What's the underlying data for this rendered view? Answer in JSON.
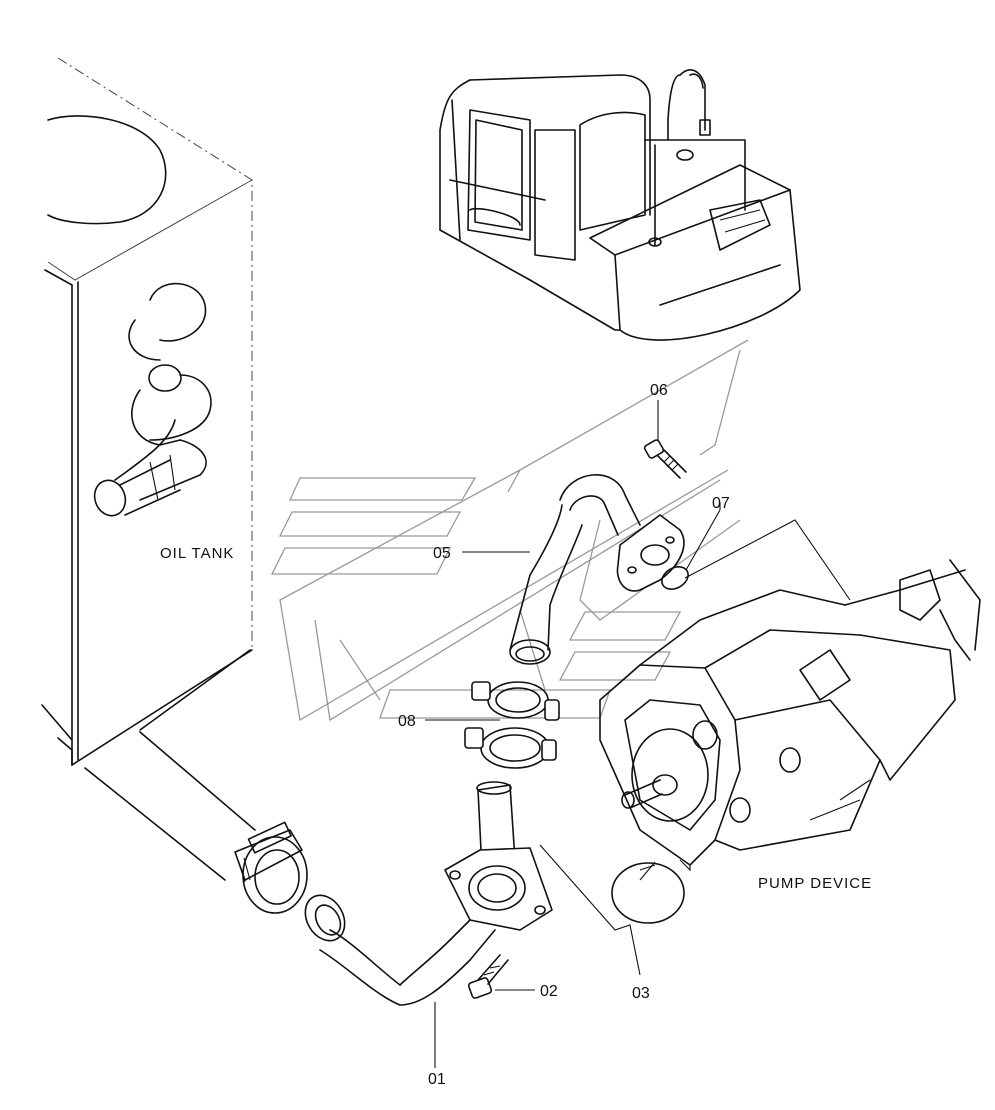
{
  "labels": {
    "oil_tank": "OIL TANK",
    "pump_device": "PUMP DEVICE"
  },
  "callouts": [
    {
      "id": "01",
      "text": "01"
    },
    {
      "id": "02",
      "text": "02"
    },
    {
      "id": "03",
      "text": "03"
    },
    {
      "id": "05",
      "text": "05"
    },
    {
      "id": "06",
      "text": "06"
    },
    {
      "id": "07",
      "text": "07"
    },
    {
      "id": "08",
      "text": "08"
    }
  ]
}
